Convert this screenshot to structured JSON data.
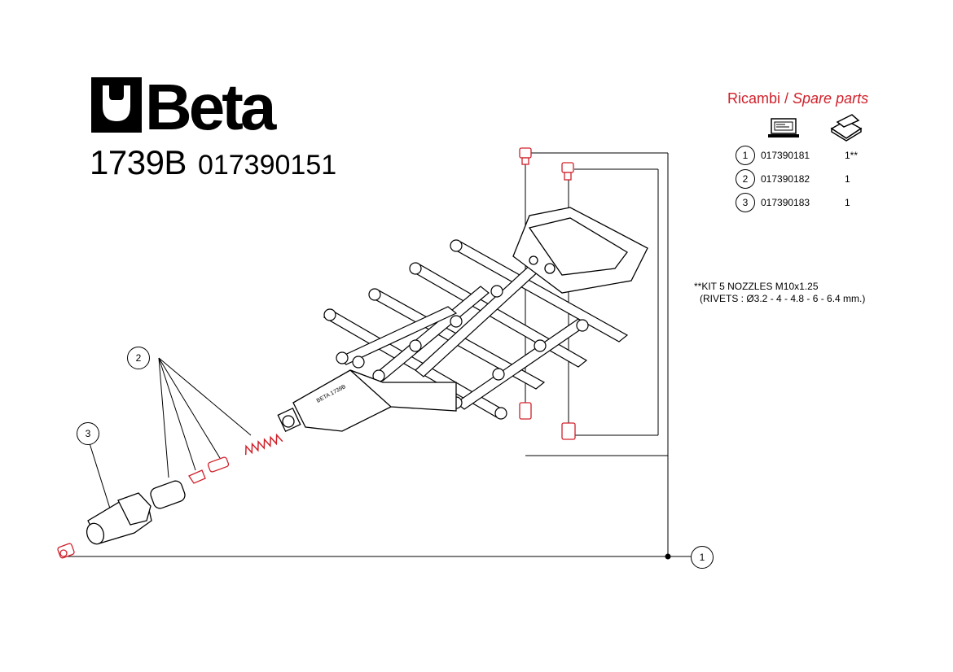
{
  "brand": "Beta",
  "product": {
    "model": "1739B",
    "code": "017390151"
  },
  "spare_parts": {
    "title_it": "Ricambi",
    "separator": " / ",
    "title_en": "Spare parts",
    "header_icons": [
      "computer-icon",
      "box-icon"
    ],
    "rows": [
      {
        "num": "1",
        "code": "017390181",
        "qty": "1**"
      },
      {
        "num": "2",
        "code": "017390182",
        "qty": "1"
      },
      {
        "num": "3",
        "code": "017390183",
        "qty": "1"
      }
    ]
  },
  "note": {
    "line1": "**KIT 5 NOZZLES M10x1.25",
    "line2": "(RIVETS : Ø3.2 - 4 - 4.8 - 6 - 6.4 mm.)"
  },
  "callouts": {
    "c1": "1",
    "c2": "2",
    "c3": "3"
  },
  "colors": {
    "accent": "#d0202a",
    "line": "#000000"
  }
}
